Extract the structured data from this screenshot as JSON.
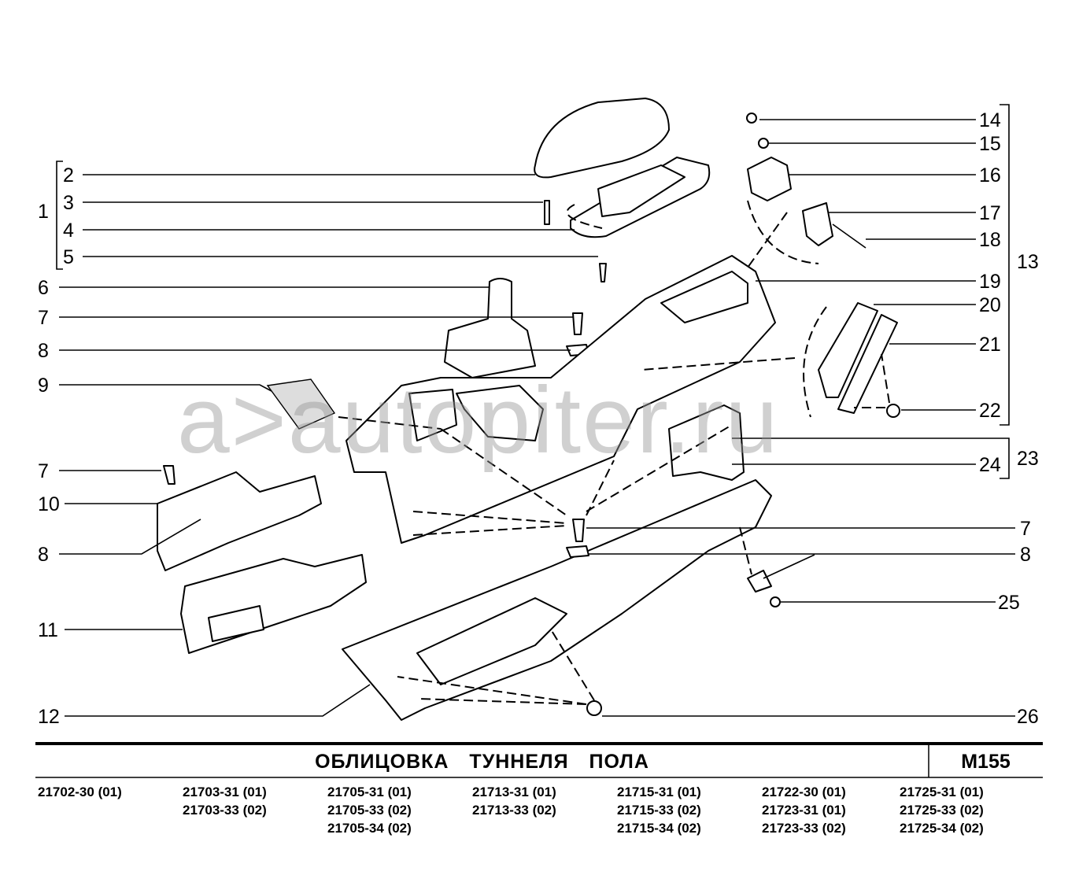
{
  "watermark": "a>autopiter.ru",
  "title": "ОБЛИЦОВКА ТУННЕЛЯ ПОЛА",
  "code": "М155",
  "callouts": {
    "c1": "1",
    "c2": "2",
    "c3": "3",
    "c4": "4",
    "c5": "5",
    "c6": "6",
    "c7a": "7",
    "c8a": "8",
    "c9": "9",
    "c7b": "7",
    "c10": "10",
    "c8b": "8",
    "c11": "11",
    "c12": "12",
    "c14": "14",
    "c15": "15",
    "c16": "16",
    "c17": "17",
    "c18": "18",
    "c13": "13",
    "c19": "19",
    "c20": "20",
    "c21": "21",
    "c22": "22",
    "c23": "23",
    "c24": "24",
    "c7c": "7",
    "c8c": "8",
    "c25": "25",
    "c26": "26"
  },
  "part_numbers": [
    [
      "21702-30 (01)"
    ],
    [
      "21703-31 (01)",
      "21703-33 (02)"
    ],
    [
      "21705-31 (01)",
      "21705-33 (02)",
      "21705-34 (02)"
    ],
    [
      "21713-31 (01)",
      "21713-33 (02)"
    ],
    [
      "21715-31 (01)",
      "21715-33 (02)",
      "21715-34 (02)"
    ],
    [
      "21722-30 (01)",
      "21723-31 (01)",
      "21723-33 (02)"
    ],
    [
      "21725-31 (01)",
      "21725-33 (02)",
      "21725-34 (02)"
    ]
  ]
}
